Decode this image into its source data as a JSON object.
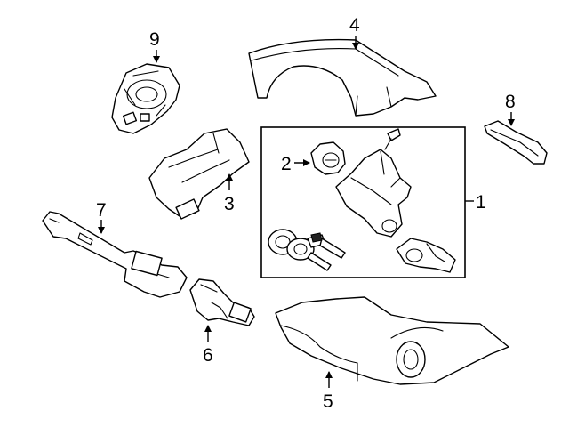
{
  "diagram": {
    "callouts": {
      "c1": "1",
      "c2": "2",
      "c3": "3",
      "c4": "4",
      "c5": "5",
      "c6": "6",
      "c7": "7",
      "c8": "8",
      "c9": "9"
    },
    "colors": {
      "line": "#000000",
      "background": "#ffffff"
    }
  }
}
